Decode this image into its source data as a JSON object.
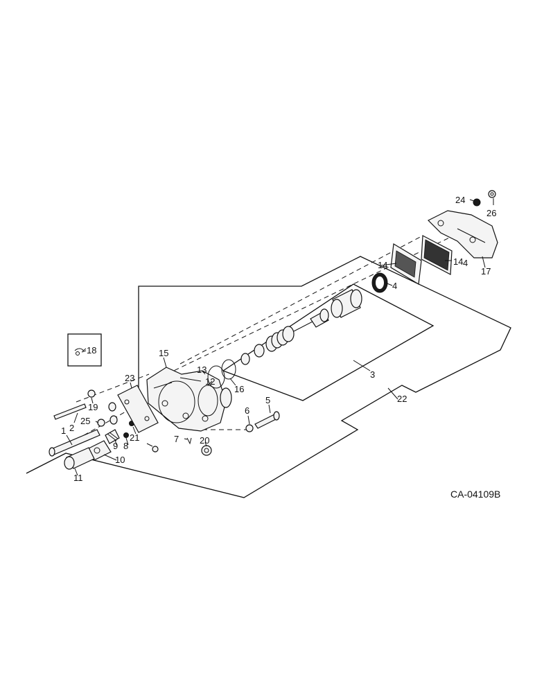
{
  "drawing": {
    "code": "CA-04109B",
    "callouts": [
      "1",
      "2",
      "3",
      "4",
      "4",
      "5",
      "6",
      "7",
      "8",
      "9",
      "10",
      "11",
      "12",
      "13",
      "14",
      "14",
      "15",
      "16",
      "17",
      "18",
      "19",
      "20",
      "21",
      "22",
      "23",
      "24",
      "25",
      "26"
    ]
  }
}
